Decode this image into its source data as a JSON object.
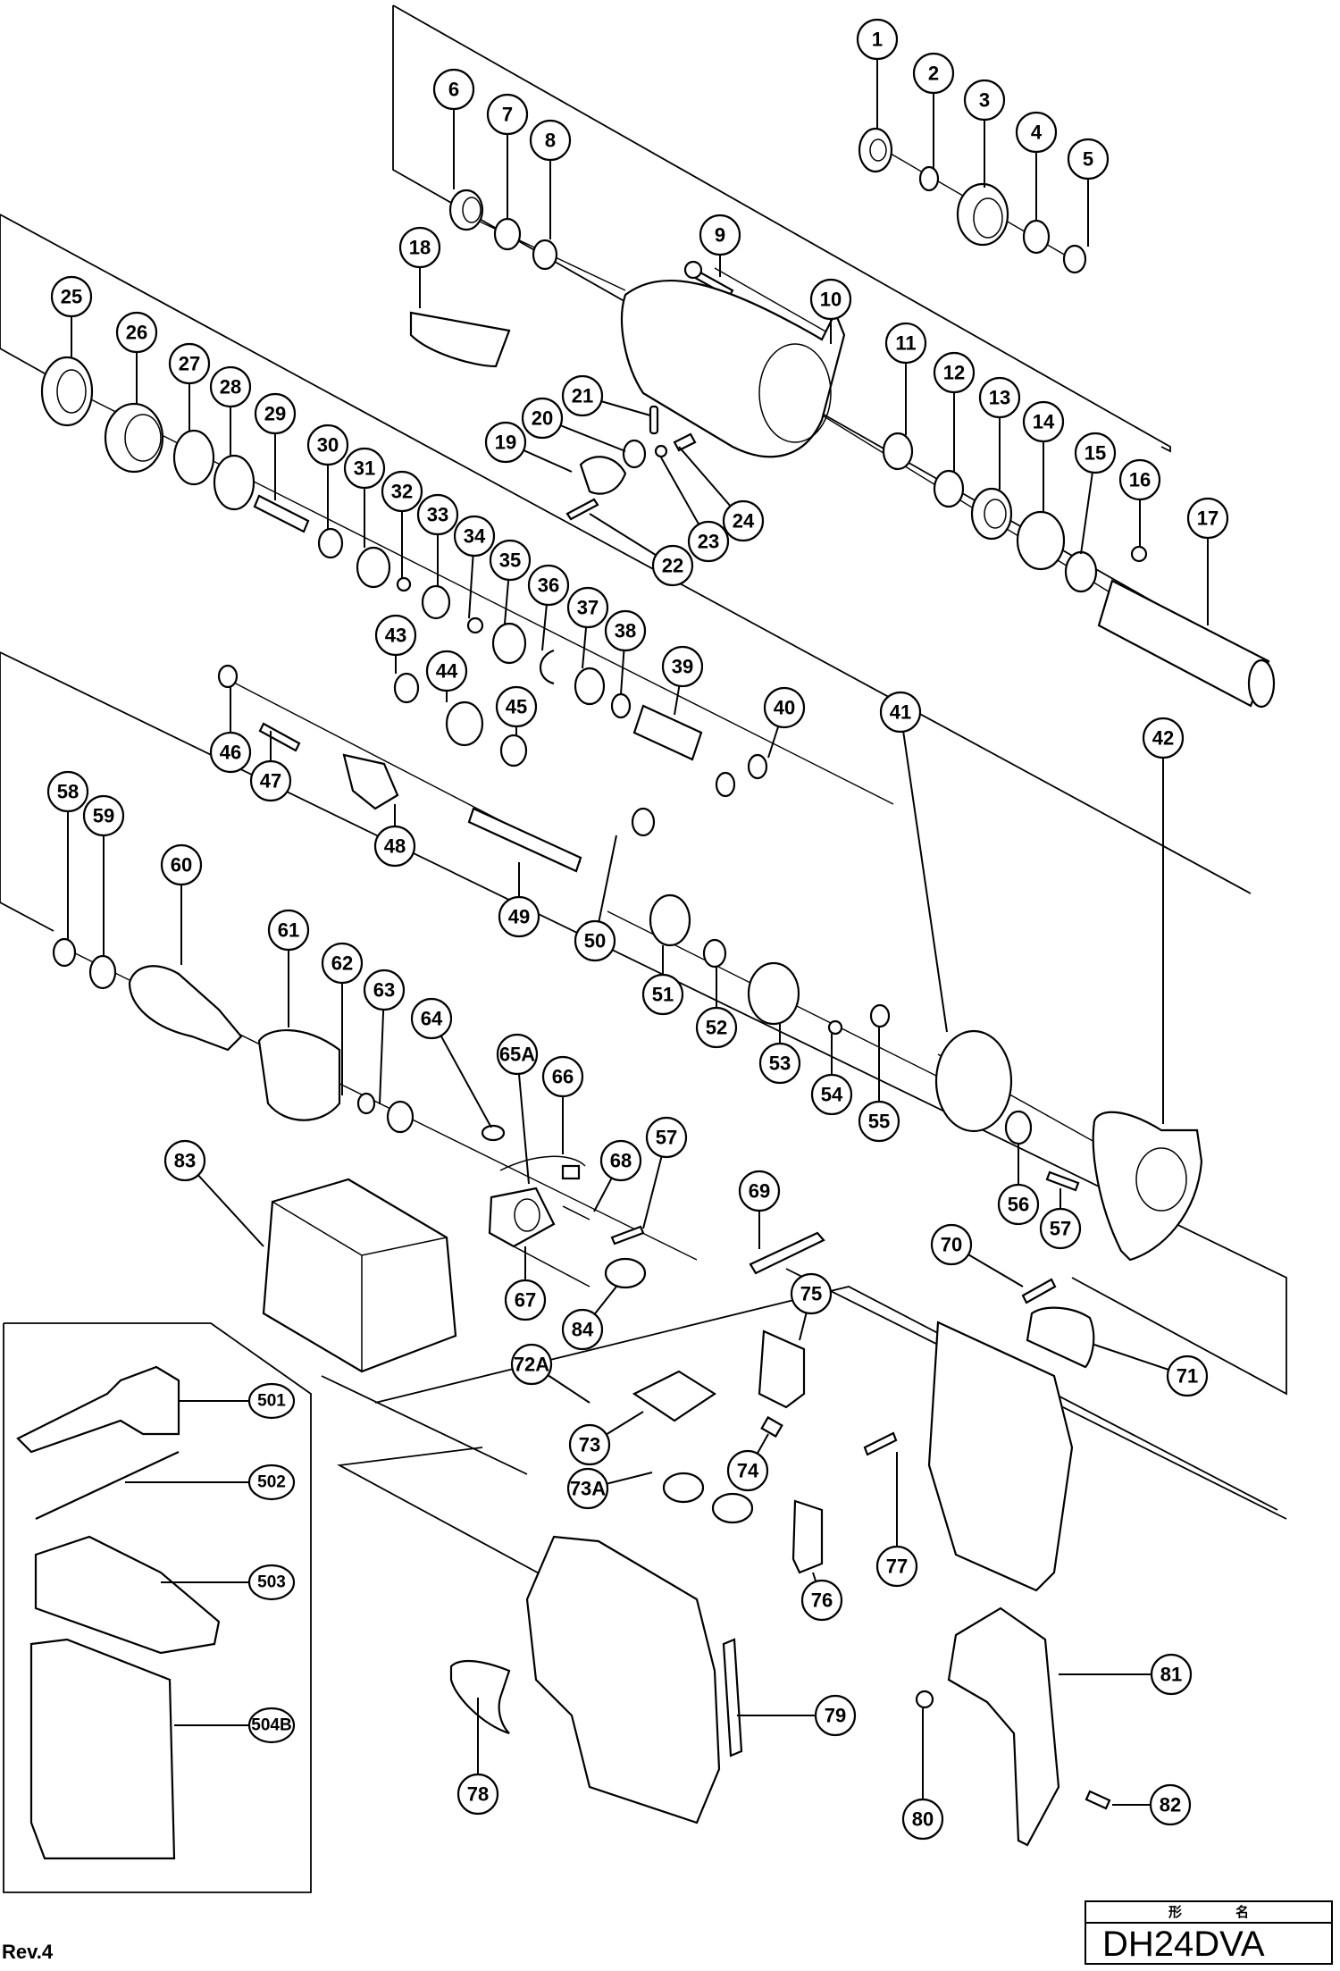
{
  "document": {
    "type": "exploded parts diagram",
    "revision": "Rev.4",
    "model_box": {
      "header_left": "形",
      "header_right": "名",
      "model": "DH24DVA"
    }
  },
  "callouts": [
    {
      "id": "1",
      "label": "1"
    },
    {
      "id": "2",
      "label": "2"
    },
    {
      "id": "3",
      "label": "3"
    },
    {
      "id": "4",
      "label": "4"
    },
    {
      "id": "5",
      "label": "5"
    },
    {
      "id": "6",
      "label": "6"
    },
    {
      "id": "7",
      "label": "7"
    },
    {
      "id": "8",
      "label": "8"
    },
    {
      "id": "9",
      "label": "9"
    },
    {
      "id": "10",
      "label": "10"
    },
    {
      "id": "11",
      "label": "11"
    },
    {
      "id": "12",
      "label": "12"
    },
    {
      "id": "13",
      "label": "13"
    },
    {
      "id": "14",
      "label": "14"
    },
    {
      "id": "15",
      "label": "15"
    },
    {
      "id": "16",
      "label": "16"
    },
    {
      "id": "17",
      "label": "17"
    },
    {
      "id": "18",
      "label": "18"
    },
    {
      "id": "19",
      "label": "19"
    },
    {
      "id": "20",
      "label": "20"
    },
    {
      "id": "21",
      "label": "21"
    },
    {
      "id": "22",
      "label": "22"
    },
    {
      "id": "23",
      "label": "23"
    },
    {
      "id": "24",
      "label": "24"
    },
    {
      "id": "25",
      "label": "25"
    },
    {
      "id": "26",
      "label": "26"
    },
    {
      "id": "27",
      "label": "27"
    },
    {
      "id": "28",
      "label": "28"
    },
    {
      "id": "29",
      "label": "29"
    },
    {
      "id": "30",
      "label": "30"
    },
    {
      "id": "31",
      "label": "31"
    },
    {
      "id": "32",
      "label": "32"
    },
    {
      "id": "33",
      "label": "33"
    },
    {
      "id": "34",
      "label": "34"
    },
    {
      "id": "35",
      "label": "35"
    },
    {
      "id": "36",
      "label": "36"
    },
    {
      "id": "37",
      "label": "37"
    },
    {
      "id": "38",
      "label": "38"
    },
    {
      "id": "39",
      "label": "39"
    },
    {
      "id": "40",
      "label": "40"
    },
    {
      "id": "41",
      "label": "41"
    },
    {
      "id": "42",
      "label": "42"
    },
    {
      "id": "43",
      "label": "43"
    },
    {
      "id": "44",
      "label": "44"
    },
    {
      "id": "45",
      "label": "45"
    },
    {
      "id": "46",
      "label": "46"
    },
    {
      "id": "47",
      "label": "47"
    },
    {
      "id": "48",
      "label": "48"
    },
    {
      "id": "49",
      "label": "49"
    },
    {
      "id": "50",
      "label": "50"
    },
    {
      "id": "51",
      "label": "51"
    },
    {
      "id": "52",
      "label": "52"
    },
    {
      "id": "53",
      "label": "53"
    },
    {
      "id": "54",
      "label": "54"
    },
    {
      "id": "55",
      "label": "55"
    },
    {
      "id": "56",
      "label": "56"
    },
    {
      "id": "57a",
      "label": "57"
    },
    {
      "id": "57b",
      "label": "57"
    },
    {
      "id": "58",
      "label": "58"
    },
    {
      "id": "59",
      "label": "59"
    },
    {
      "id": "60",
      "label": "60"
    },
    {
      "id": "61",
      "label": "61"
    },
    {
      "id": "62",
      "label": "62"
    },
    {
      "id": "63",
      "label": "63"
    },
    {
      "id": "64",
      "label": "64"
    },
    {
      "id": "65A",
      "label": "65A"
    },
    {
      "id": "66",
      "label": "66"
    },
    {
      "id": "67",
      "label": "67"
    },
    {
      "id": "68",
      "label": "68"
    },
    {
      "id": "69",
      "label": "69"
    },
    {
      "id": "70",
      "label": "70"
    },
    {
      "id": "71",
      "label": "71"
    },
    {
      "id": "72A",
      "label": "72A"
    },
    {
      "id": "73",
      "label": "73"
    },
    {
      "id": "73A",
      "label": "73A"
    },
    {
      "id": "74",
      "label": "74"
    },
    {
      "id": "75",
      "label": "75"
    },
    {
      "id": "76",
      "label": "76"
    },
    {
      "id": "77",
      "label": "77"
    },
    {
      "id": "78",
      "label": "78"
    },
    {
      "id": "79",
      "label": "79"
    },
    {
      "id": "80",
      "label": "80"
    },
    {
      "id": "81",
      "label": "81"
    },
    {
      "id": "82",
      "label": "82"
    },
    {
      "id": "83",
      "label": "83"
    },
    {
      "id": "84",
      "label": "84"
    }
  ],
  "accessories": [
    {
      "id": "501",
      "label": "501"
    },
    {
      "id": "502",
      "label": "502"
    },
    {
      "id": "503",
      "label": "503"
    },
    {
      "id": "504B",
      "label": "504B"
    }
  ]
}
